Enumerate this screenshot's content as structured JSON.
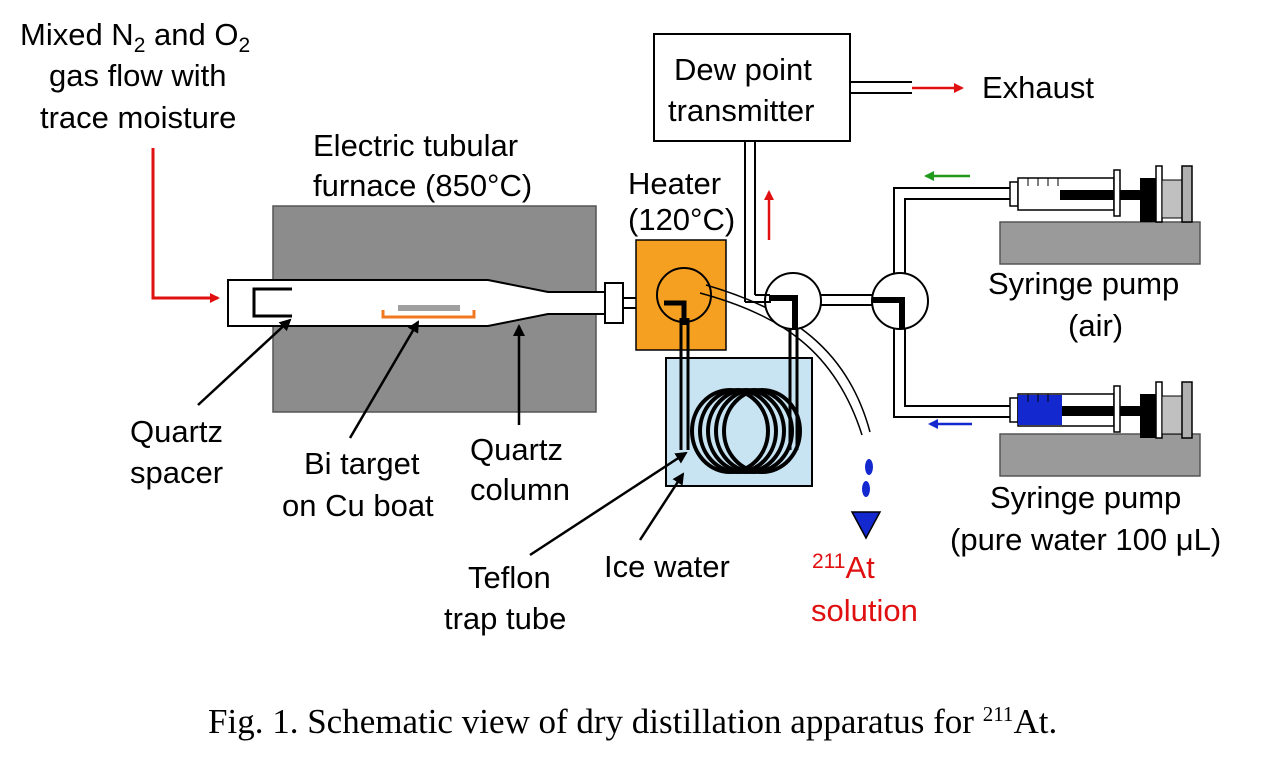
{
  "labels": {
    "inlet_line1_pre": "Mixed N",
    "inlet_line1_sub1": "2",
    "inlet_line1_mid": " and O",
    "inlet_line1_sub2": "2",
    "inlet_line2": "gas flow with",
    "inlet_line3": "trace moisture",
    "furnace_line1": "Electric tubular",
    "furnace_line2": "furnace (850°C)",
    "heater_line1": "Heater",
    "heater_line2": "(120°C)",
    "dew_line1": "Dew point",
    "dew_line2": "transmitter",
    "exhaust": "Exhaust",
    "pump_air_line1": "Syringe pump",
    "pump_air_line2": "(air)",
    "pump_water_line1": "Syringe pump",
    "pump_water_line2": "(pure water 100 μL)",
    "quartz_spacer_line1": "Quartz",
    "quartz_spacer_line2": "spacer",
    "bi_target_line1": "Bi target",
    "bi_target_line2": "on Cu boat",
    "quartz_column_line1": "Quartz",
    "quartz_column_line2": "column",
    "teflon_line1": "Teflon",
    "teflon_line2": "trap tube",
    "ice_water": "Ice water",
    "at_sup": "211",
    "at_text": "At",
    "at_solution": "solution"
  },
  "caption": {
    "pre": "Fig. 1. Schematic view of dry distillation apparatus for ",
    "sup": "211",
    "post": "At."
  },
  "colors": {
    "furnace": "#8c8c8c",
    "heater": "#f5a020",
    "ice_water": "#c8e4f2",
    "flow_red": "#e01010",
    "flow_green": "#1f9a1f",
    "flow_blue": "#1428d0",
    "boat": "#f07820",
    "water_fill": "#1428d0"
  }
}
